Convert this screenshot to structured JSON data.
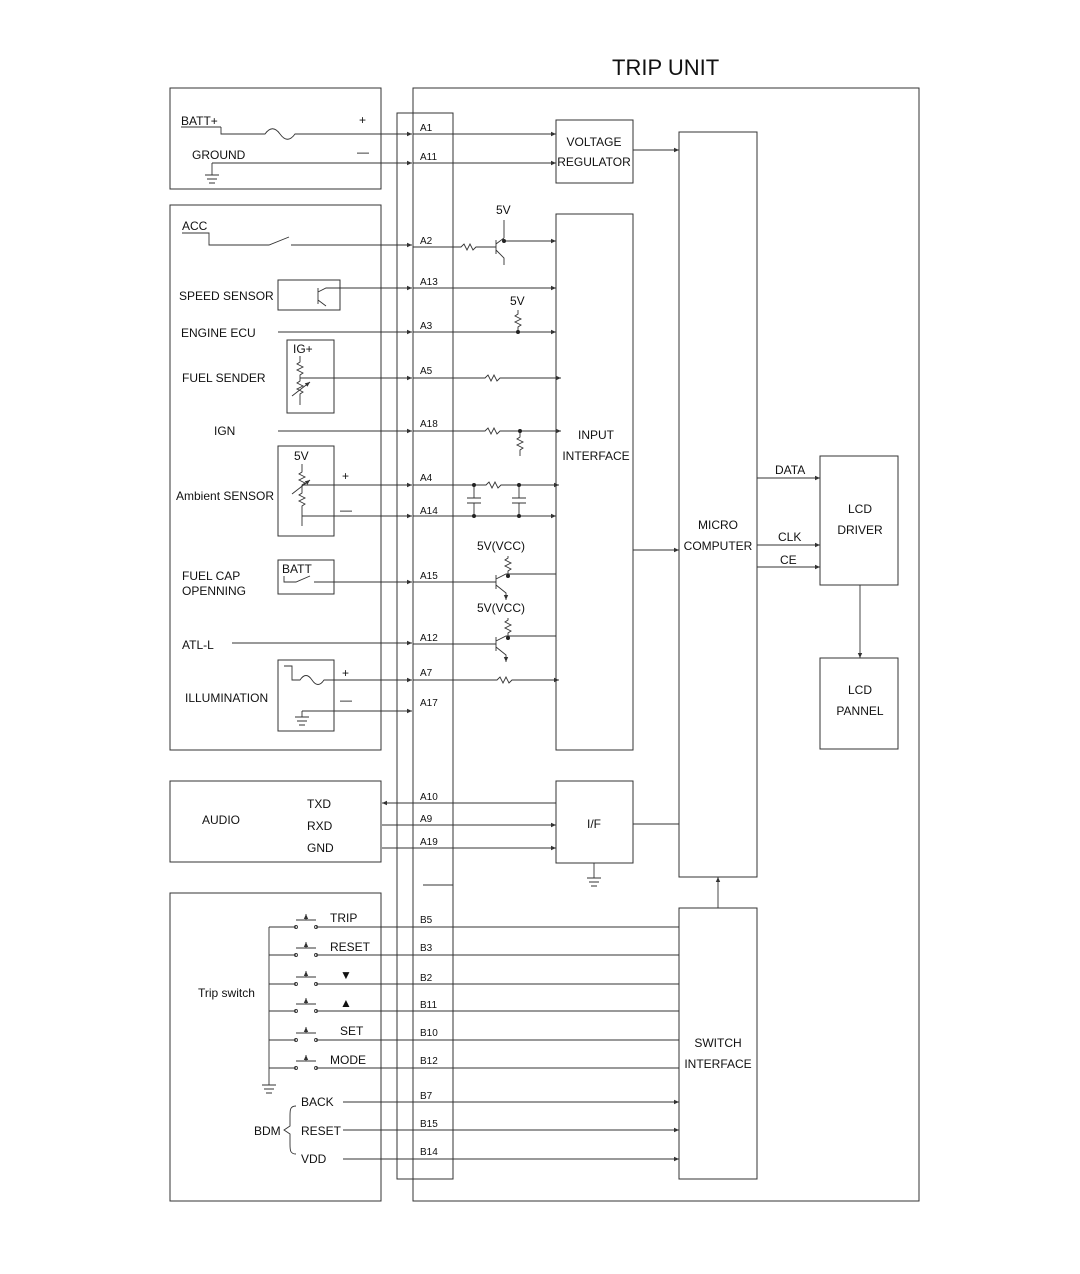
{
  "title": "TRIP UNIT",
  "power": {
    "batt": "BATT+",
    "ground": "GROUND",
    "plus": "+",
    "minus": "—"
  },
  "blocks": {
    "voltage_regulator": [
      "VOLTAGE",
      "REGULATOR"
    ],
    "input_interface": [
      "INPUT",
      "INTERFACE"
    ],
    "micro_computer": [
      "MICRO",
      "COMPUTER"
    ],
    "lcd_driver": [
      "LCD",
      "DRIVER"
    ],
    "lcd_panel": [
      "LCD",
      "PANNEL"
    ],
    "if_block": "I/F",
    "switch_interface": [
      "SWITCH",
      "INTERFACE"
    ]
  },
  "bus": {
    "data": "DATA",
    "clk": "CLK",
    "ce": "CE"
  },
  "sensors": {
    "acc": "ACC",
    "speed_sensor": "SPEED SENSOR",
    "engine_ecu": "ENGINE ECU",
    "fuel_sender": "FUEL SENDER",
    "ig_plus": "IG+",
    "ign": "IGN",
    "ambient_sensor": "Ambient SENSOR",
    "fuel_cap": [
      "FUEL CAP",
      "OPENNING"
    ],
    "batt": "BATT",
    "atl_l": "ATL-L",
    "illumination": "ILLUMINATION"
  },
  "supply": {
    "v5": "5V",
    "v5vcc": "5V(VCC)"
  },
  "audio": {
    "label": "AUDIO",
    "txd": "TXD",
    "rxd": "RXD",
    "gnd": "GND"
  },
  "trip_switch": {
    "label": "Trip switch",
    "buttons": [
      "TRIP",
      "RESET",
      "▼",
      "▲",
      "SET",
      "MODE"
    ]
  },
  "bdm": {
    "label": "BDM",
    "lines": [
      "BACK",
      "RESET",
      "VDD"
    ]
  },
  "pins": {
    "a1": "A1",
    "a11": "A11",
    "a2": "A2",
    "a13": "A13",
    "a3": "A3",
    "a5": "A5",
    "a18": "A18",
    "a4": "A4",
    "a14": "A14",
    "a15": "A15",
    "a12": "A12",
    "a7": "A7",
    "a17": "A17",
    "a10": "A10",
    "a9": "A9",
    "a19": "A19",
    "b5": "B5",
    "b3": "B3",
    "b2": "B2",
    "b11": "B11",
    "b10": "B10",
    "b12": "B12",
    "b7": "B7",
    "b15": "B15",
    "b14": "B14"
  }
}
